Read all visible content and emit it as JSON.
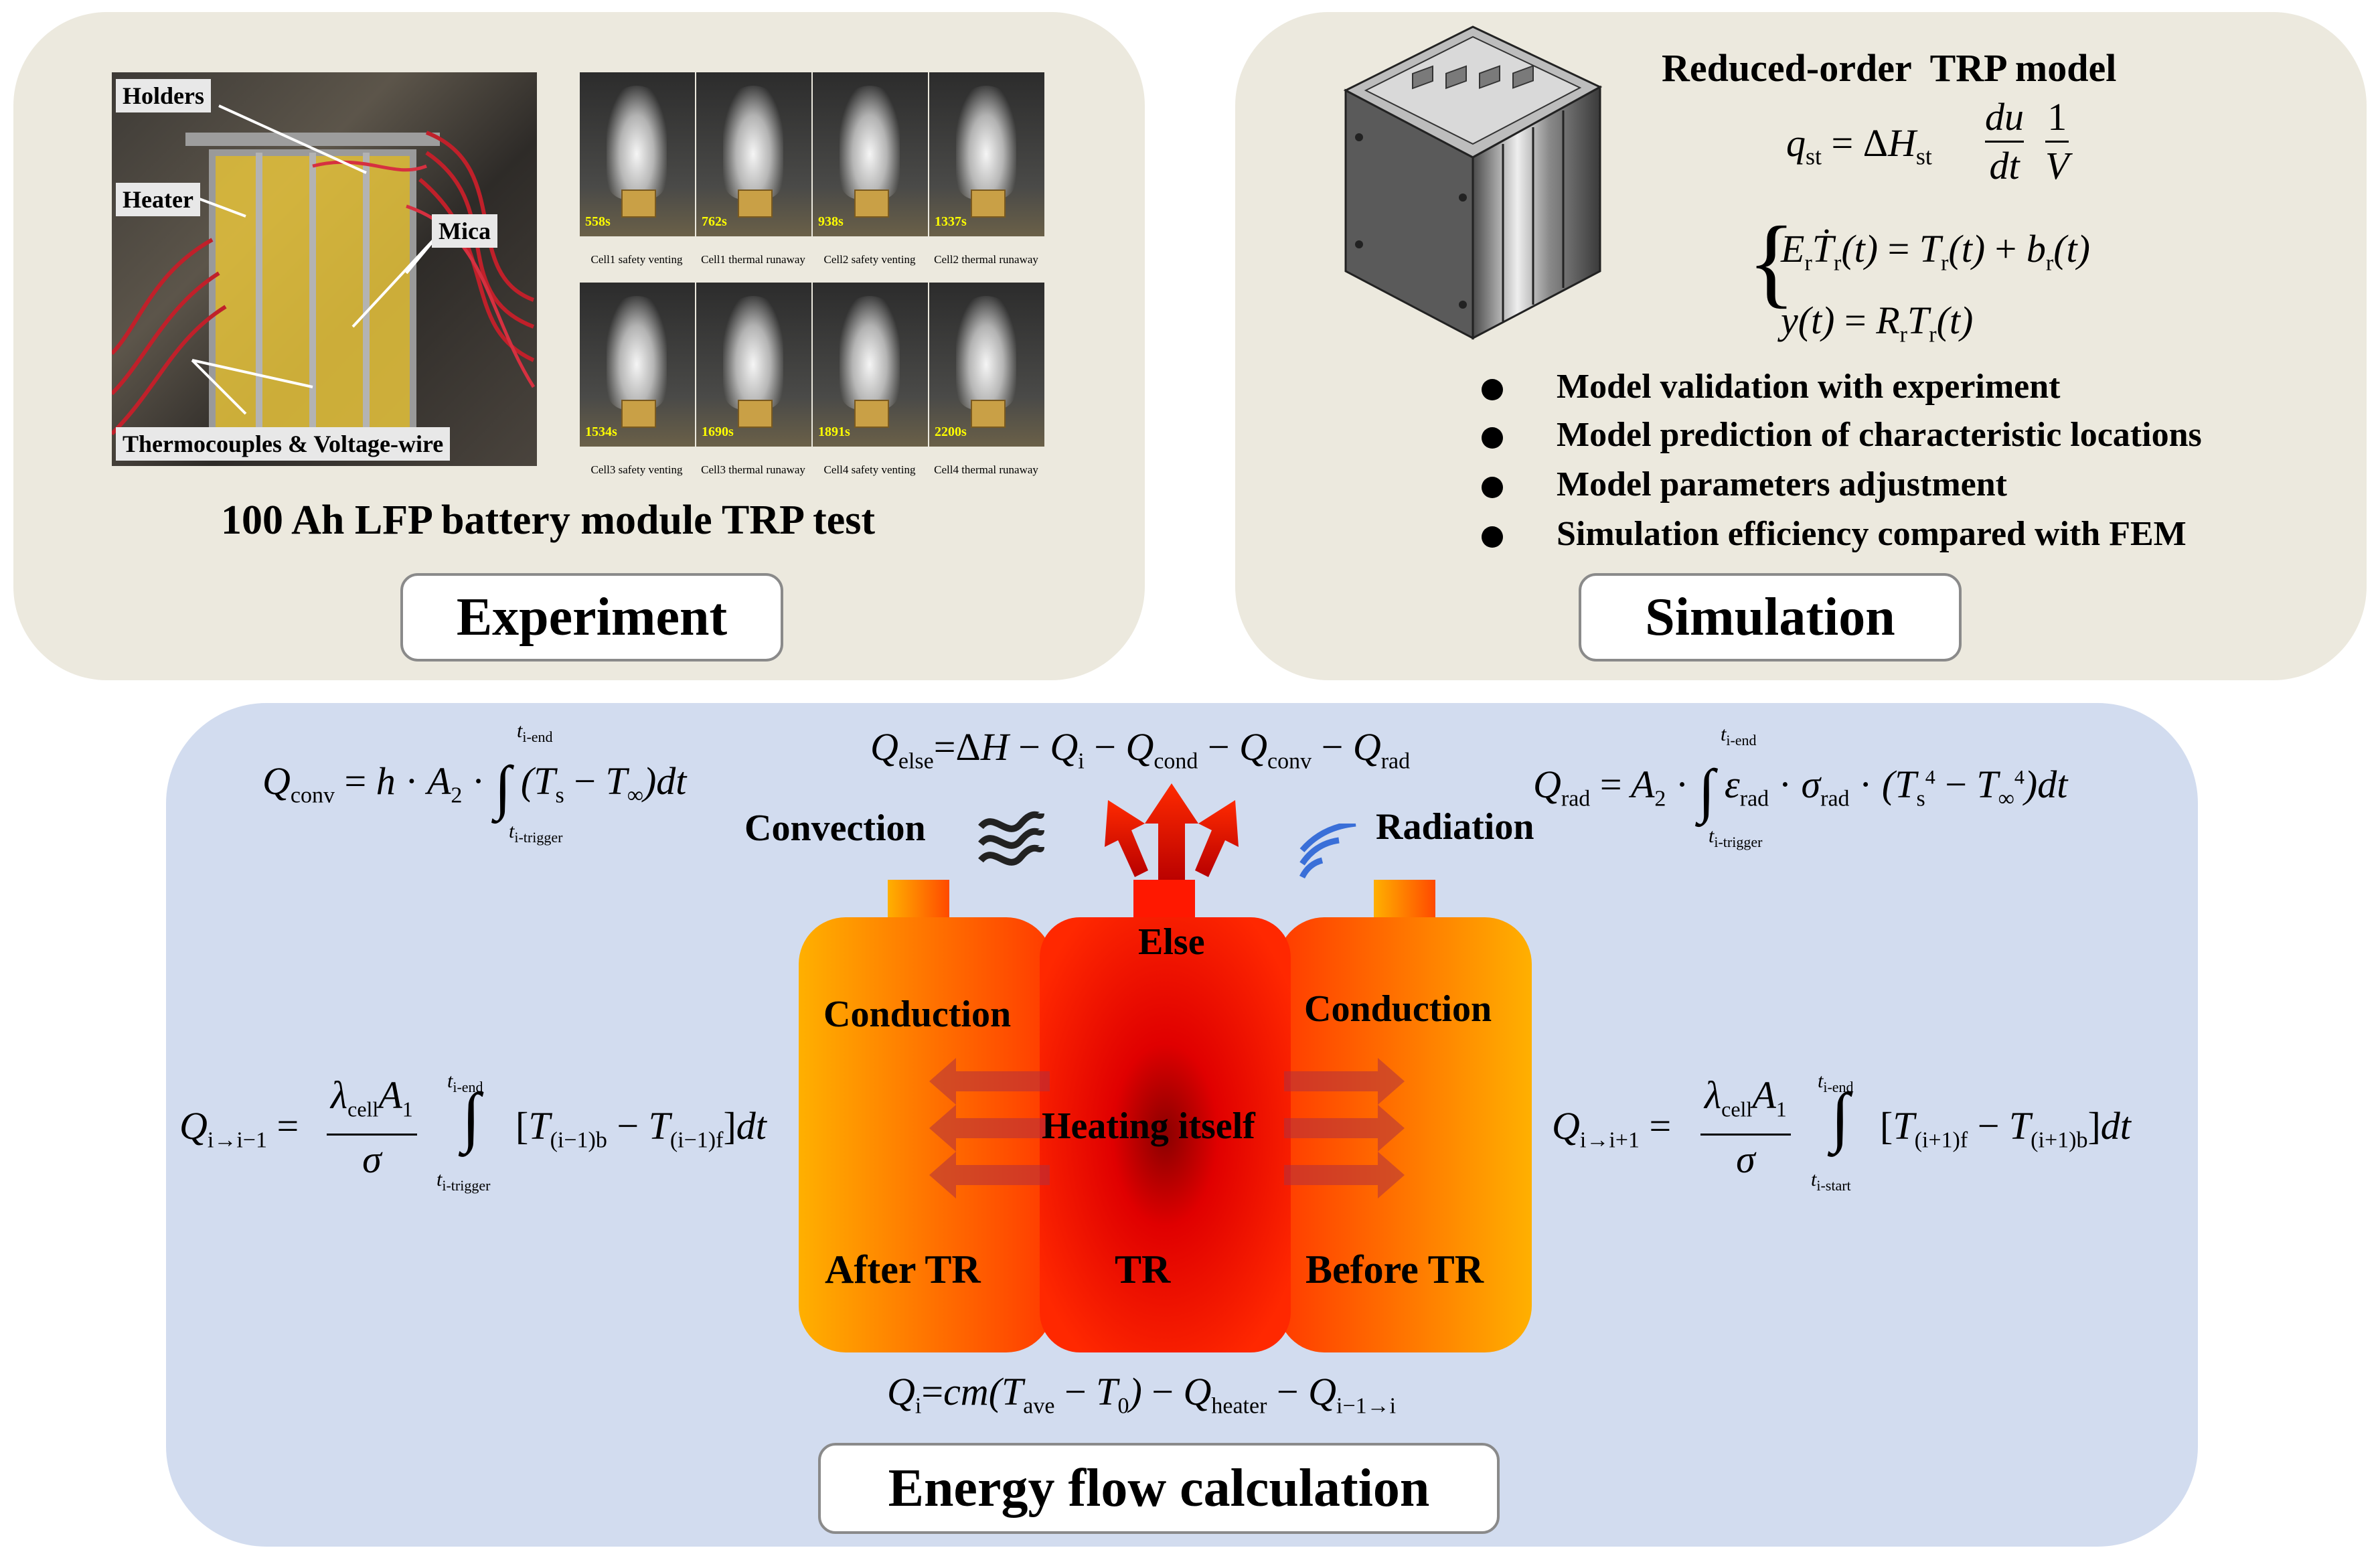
{
  "experiment": {
    "photo_labels": {
      "holders": "Holders",
      "heater": "Heater",
      "mica": "Mica",
      "thermocouples": "Thermocouples & Voltage-wire"
    },
    "frames": [
      {
        "time": "558s",
        "caption": "Cell1 safety venting"
      },
      {
        "time": "762s",
        "caption": "Cell1 thermal runaway"
      },
      {
        "time": "938s",
        "caption": "Cell2 safety venting"
      },
      {
        "time": "1337s",
        "caption": "Cell2 thermal runaway"
      },
      {
        "time": "1534s",
        "caption": "Cell3 safety venting"
      },
      {
        "time": "1690s",
        "caption": "Cell3 thermal runaway"
      },
      {
        "time": "1891s",
        "caption": "Cell4 safety venting"
      },
      {
        "time": "2200s",
        "caption": "Cell4 thermal runaway"
      }
    ],
    "title": "100 Ah LFP battery module TRP test",
    "label": "Experiment"
  },
  "simulation": {
    "title": "Reduced-order  TRP model",
    "bullets": [
      "Model validation with experiment",
      "Model prediction of characteristic locations",
      "Model parameters adjustment",
      "Simulation efficiency compared with FEM"
    ],
    "label": "Simulation"
  },
  "energy": {
    "label": "Energy flow calculation",
    "convection": "Convection",
    "radiation": "Radiation",
    "else": "Else",
    "conduction_left": "Conduction",
    "conduction_right": "Conduction",
    "heating": "Heating itself",
    "after_tr": "After TR",
    "tr": "TR",
    "before_tr": "Before TR"
  },
  "colors": {
    "panel_top": "#ece9de",
    "panel_bottom": "#d2dcef",
    "cell_red": "#ff1a00",
    "cell_orange": "#ffb000"
  }
}
